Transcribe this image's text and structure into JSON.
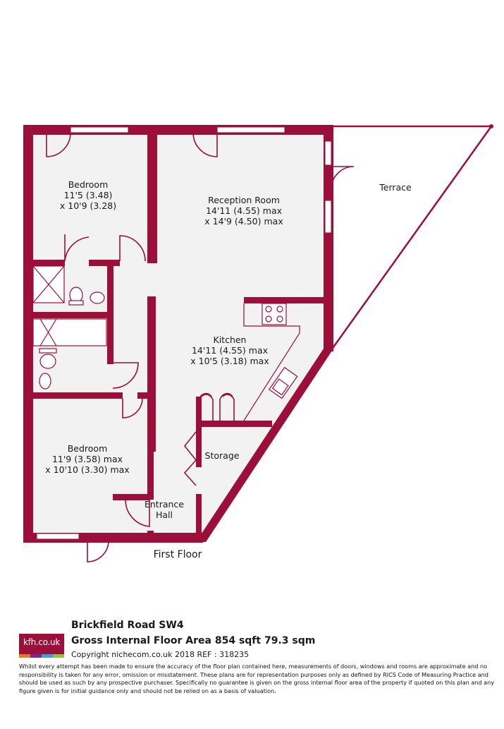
{
  "rooms": [
    {
      "id": "bedroom-1",
      "lines": [
        "Bedroom",
        "11'5 (3.48)",
        "x 10'9 (3.28)"
      ]
    },
    {
      "id": "reception-room",
      "lines": [
        "Reception Room",
        "14'11 (4.55) max",
        "x 14'9 (4.50) max"
      ]
    },
    {
      "id": "terrace",
      "lines": [
        "Terrace"
      ]
    },
    {
      "id": "kitchen",
      "lines": [
        "Kitchen",
        "14'11 (4.55) max",
        "x 10'5 (3.18) max"
      ]
    },
    {
      "id": "storage",
      "lines": [
        "Storage"
      ]
    },
    {
      "id": "bedroom-2",
      "lines": [
        "Bedroom",
        "11'9 (3.58) max",
        "x 10'10 (3.30) max"
      ]
    },
    {
      "id": "entrance-hall",
      "lines": [
        "Entrance",
        "Hall"
      ]
    }
  ],
  "floor_label": "First Floor",
  "brand": {
    "logo_text": "kfh.co.uk",
    "color": "#9b0f3a",
    "stripe_colors": [
      "#e07b1f",
      "#7a2a8a",
      "#3aa0d8",
      "#8cc63f"
    ]
  },
  "title": {
    "address": "Brickfield Road SW4",
    "area": "Gross Internal Floor Area 854 sqft 79.3 sqm",
    "copyright": "Copyright nichecom.co.uk 2018 REF : 318235"
  },
  "disclaimer": "Whilst every attempt has been made to ensure the accuracy of the floor plan contained here, measurements of doors, windows and rooms are approximate and no responsibility is taken for any error, omission or misstatement.  These plans are for representation purposes only as defined by RICS Code of Measuring Practice and should be used as such by any prospective purchaser.  Specifically no guarantee is given on the gross internal floor area of the property if quoted on this plan and any figure given is for initial guidance only and should not be relied on as a basis of valuation.",
  "colors": {
    "wall": "#9b0f3a",
    "floor": "#f2f2f2",
    "line": "#9b0f3a"
  }
}
